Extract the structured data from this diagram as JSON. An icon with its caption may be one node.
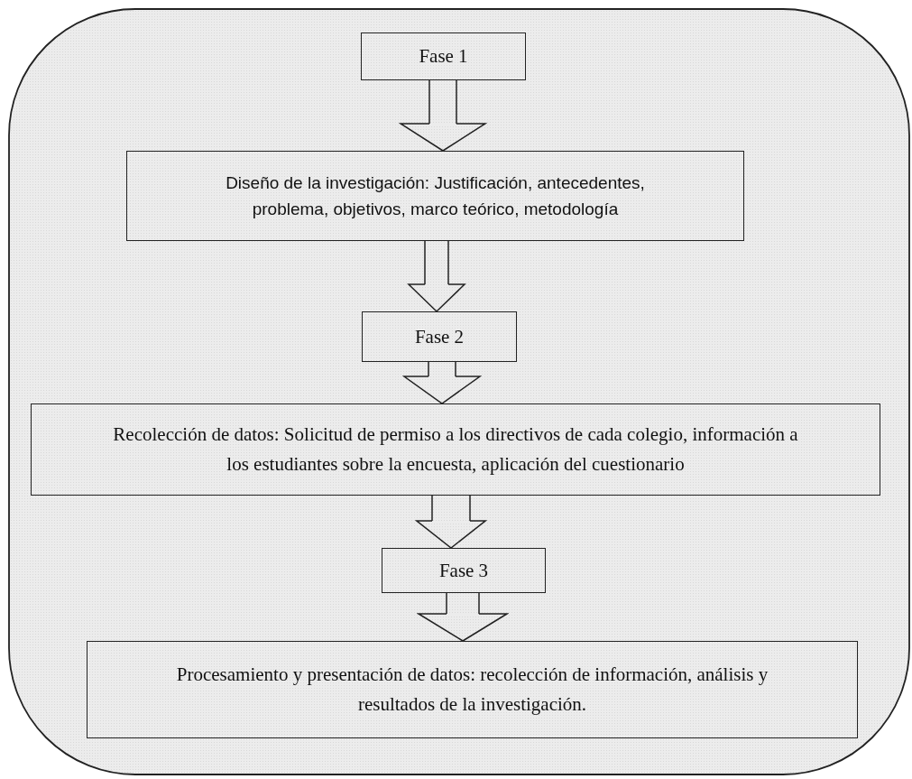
{
  "diagram": {
    "nodes": [
      {
        "text": [
          "Fase 1"
        ]
      },
      {
        "text": [
          "Diseño de la investigación: Justificación, antecedentes, problema, objetivos, marco teórico, metodología"
        ]
      },
      {
        "text": [
          "Fase 2"
        ]
      },
      {
        "text": [
          "Recolección de datos: Solicitud de permiso a los directivos de cada colegio, información a los estudiantes sobre la encuesta, aplicación del cuestionario"
        ]
      },
      {
        "text": [
          "Fase 3"
        ]
      },
      {
        "text": [
          "Procesamiento y presentación de datos: recolección de información, análisis y resultados de la investigación."
        ]
      }
    ],
    "edges": [
      {
        "from": 0,
        "to": 1,
        "arrow": "to"
      },
      {
        "from": 1,
        "to": 2,
        "arrow": "to"
      },
      {
        "from": 2,
        "to": 3,
        "arrow": "to"
      },
      {
        "from": 3,
        "to": 4,
        "arrow": "to"
      },
      {
        "from": 4,
        "to": 5,
        "arrow": "to"
      }
    ]
  }
}
